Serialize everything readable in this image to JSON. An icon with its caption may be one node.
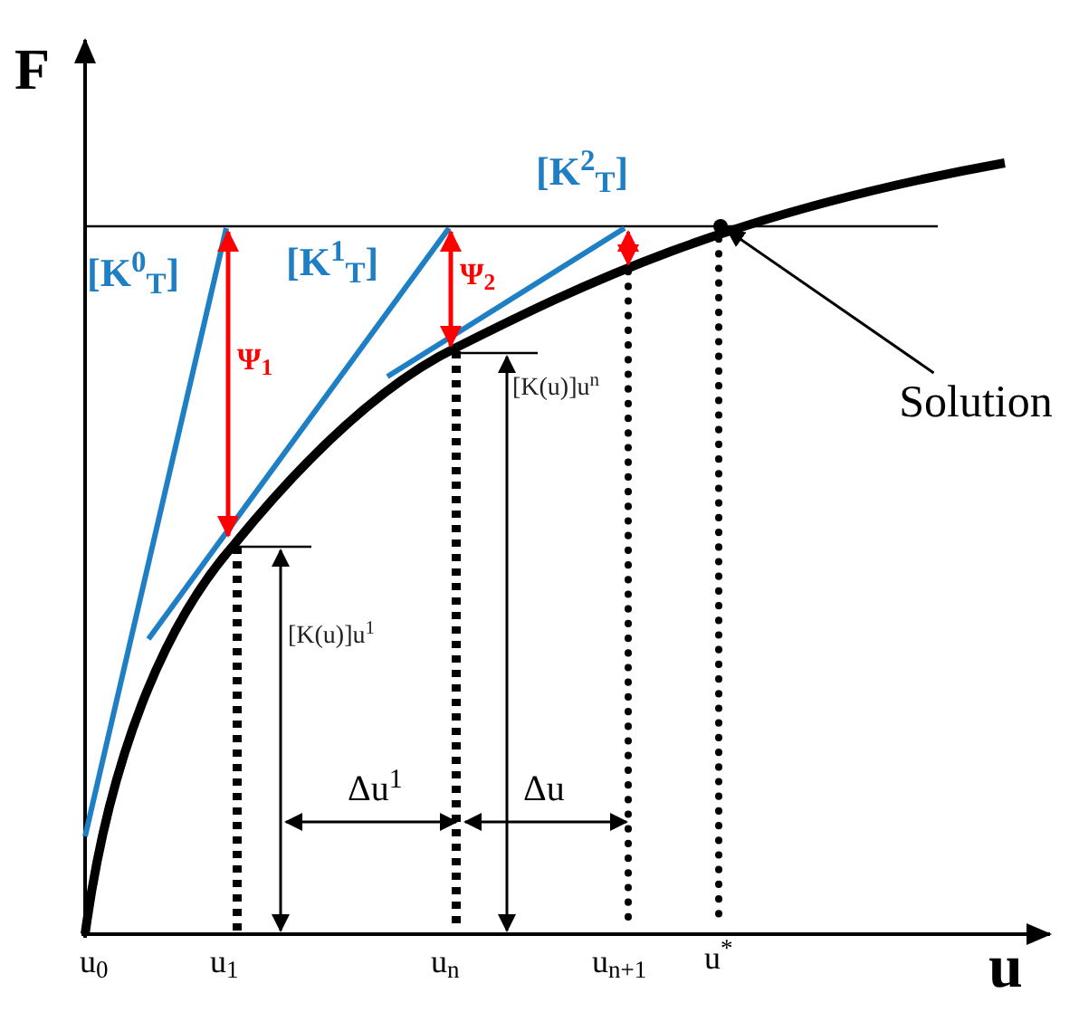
{
  "diagram": {
    "nodes": [
      {
        "text": [
          "Solution"
        ]
      },
      {
        "text": [],
        "shape": "circle"
      }
    ],
    "edges": [
      {
        "from": 0,
        "to": 1,
        "arrow": "to"
      }
    ],
    "labels": [
      "F",
      "[K$^{0}$$_{T}$]",
      "[K$^{1}$$_{T}$]",
      "[K$^{2}$$_{T}$]",
      "Ψ$_{1}$",
      "Ψ$_{2}$",
      "[K(u)]u$^{n}$",
      "[K(u)]u$^{1}$",
      "Δu$^{1}$",
      "Δu",
      "u$_{0}$",
      "u$_{1}$",
      "u$_{n}$",
      "u$_{n+1}$",
      "u$^{*}$",
      "u"
    ]
  }
}
